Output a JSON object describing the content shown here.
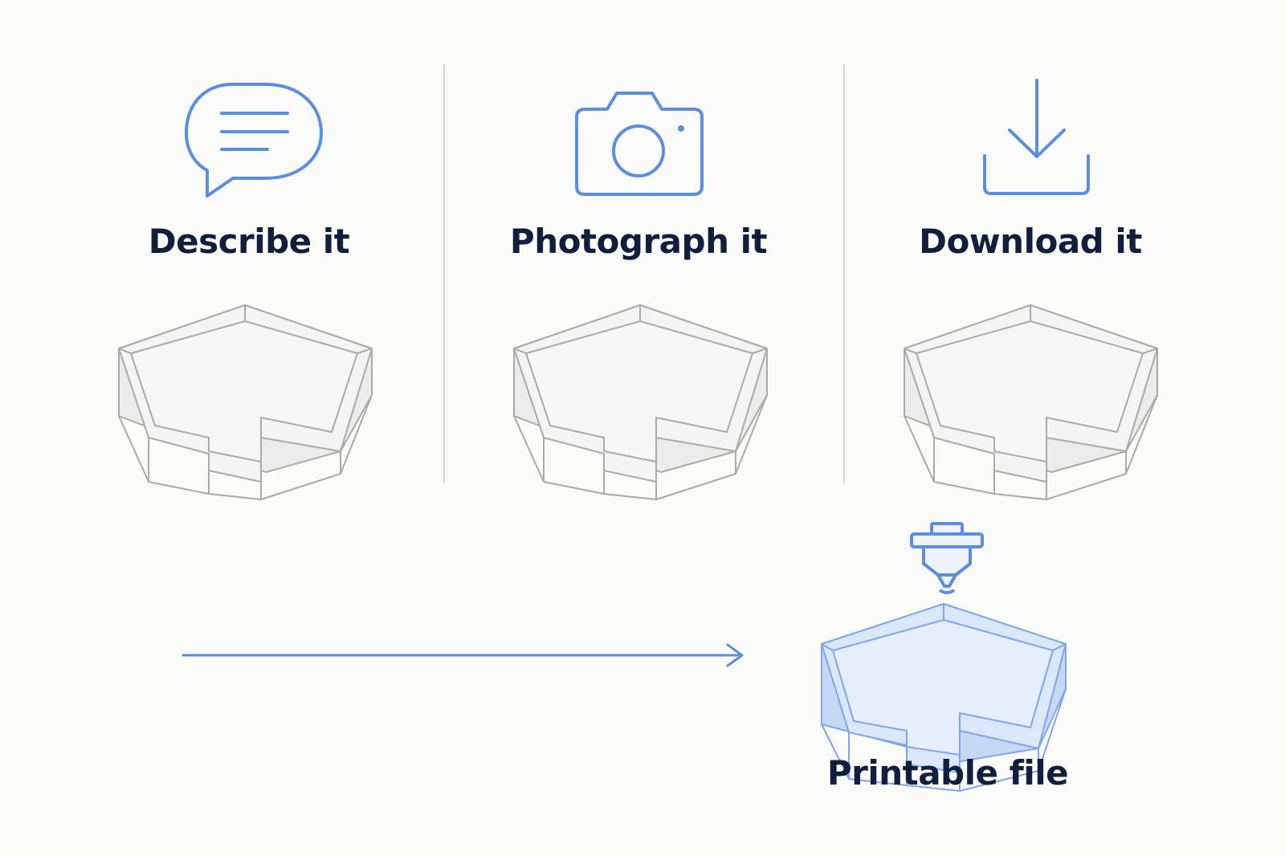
{
  "steps": [
    {
      "label": "Describe it",
      "icon": "speech-bubble-icon"
    },
    {
      "label": "Photograph it",
      "icon": "camera-icon"
    },
    {
      "label": "Download it",
      "icon": "download-icon"
    }
  ],
  "result": {
    "label": "Printable file",
    "icon": "3d-printer-nozzle-icon"
  },
  "colors": {
    "accent": "#5b8ee0",
    "text": "#0f1f3d",
    "divider": "#d4d4d4",
    "tray_fill": "#f1f1f1",
    "tray_stroke": "#a9a9a9",
    "printed_fill": "#dbe7fb",
    "printed_stroke": "#7ea6ea"
  }
}
